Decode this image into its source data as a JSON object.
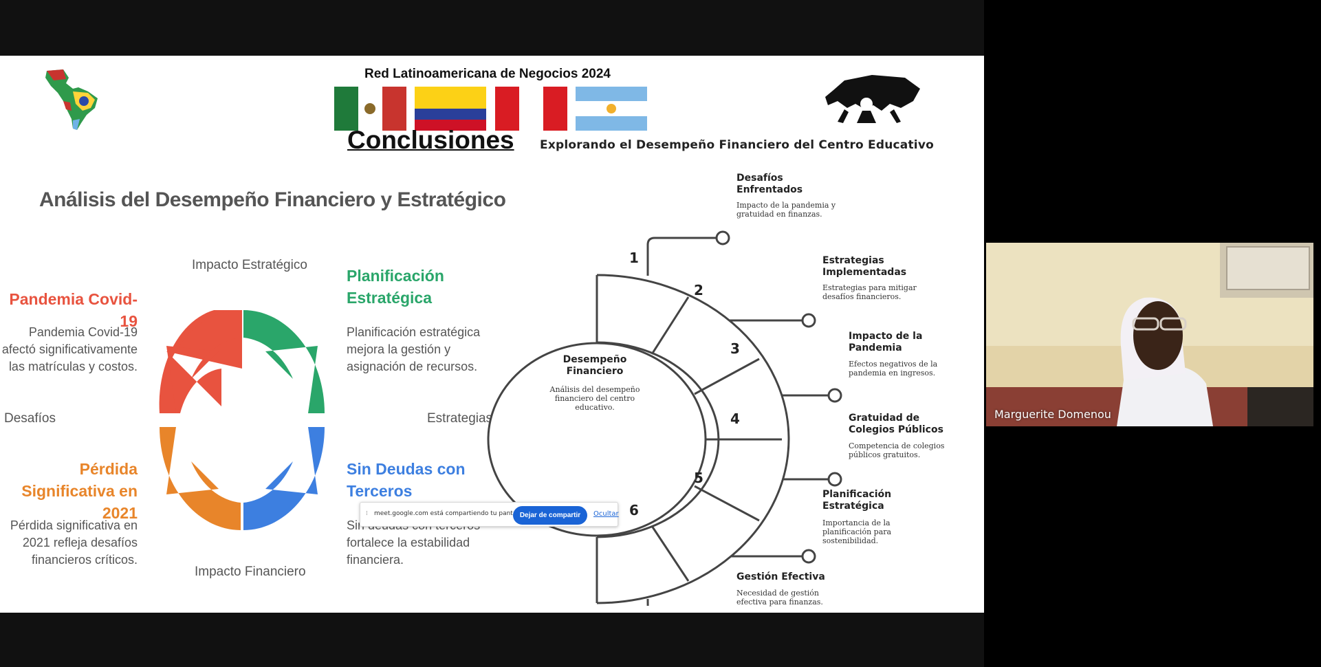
{
  "slide": {
    "header_title": "Red Latinoamericana de Negocios 2024",
    "heading": "Conclusiones",
    "subtitle": "Explorando el Desempeño Financiero del Centro Educativo",
    "flags": [
      "mexico-flag",
      "colombia-flag",
      "peru-flag",
      "argentina-flag"
    ]
  },
  "analysis": {
    "title": "Análisis del Desempeño Financiero y Estratégico",
    "axis_top": "Impacto Estratégico",
    "axis_bottom": "Impacto Financiero",
    "axis_left": "Desafíos",
    "axis_right": "Estrategias",
    "quadrants": [
      {
        "title": "Pandemia Covid-19",
        "text": "Pandemia Covid-19 afectó significativamente las matrículas y costos.",
        "color": "#e8533f"
      },
      {
        "title": "Planificación Estratégica",
        "text": "Planificación estratégica mejora la gestión y asignación de recursos.",
        "color": "#2aa66a"
      },
      {
        "title": "Pérdida Significativa en 2021",
        "text": "Pérdida significativa en 2021 refleja desafíos financieros críticos.",
        "color": "#e8852a"
      },
      {
        "title": "Sin Deudas con Terceros",
        "text": "Sin deudas con terceros fortalece la estabilidad financiera.",
        "color": "#3d7fe0"
      }
    ]
  },
  "wheel": {
    "center_title": "Desempeño Financiero",
    "center_desc": "Análisis del desempeño financiero del centro educativo.",
    "segments": [
      "1",
      "2",
      "3",
      "4",
      "5",
      "6"
    ],
    "branches": [
      {
        "title": "Desafíos Enfrentados",
        "desc": "Impacto de la pandemia y gratuidad en finanzas."
      },
      {
        "title": "Estrategias Implementadas",
        "desc": "Estrategias para mitigar desafíos financieros."
      },
      {
        "title": "Impacto de la Pandemia",
        "desc": "Efectos negativos de la pandemia en ingresos."
      },
      {
        "title": "Gratuidad de Colegios Públicos",
        "desc": "Competencia de colegios públicos gratuitos."
      },
      {
        "title": "Planificación Estratégica",
        "desc": "Importancia de la planificación para sostenibilidad."
      },
      {
        "title": "Gestión Efectiva",
        "desc": "Necesidad de gestión efectiva para finanzas."
      }
    ]
  },
  "share_bar": {
    "message": "meet.google.com está compartiendo tu pantalla.",
    "stop_label": "Dejar de compartir",
    "hide_label": "Ocultar"
  },
  "participant": {
    "name": "Marguerite Domenou"
  }
}
